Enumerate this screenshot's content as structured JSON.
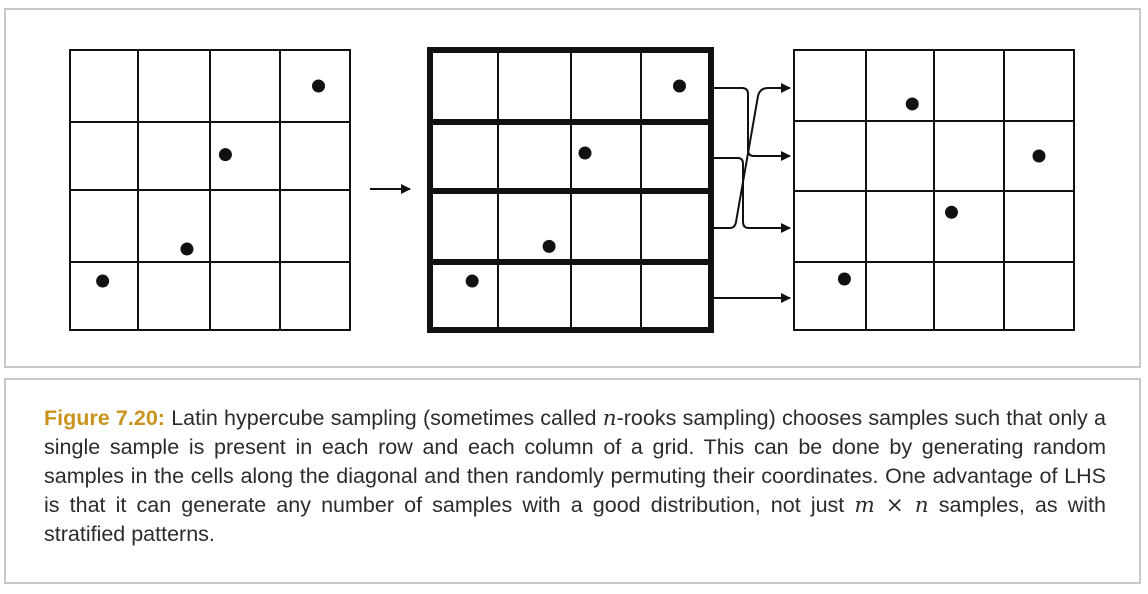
{
  "figure": {
    "grids": [
      {
        "name": "original-grid",
        "samples": [
          [
            3,
            0
          ],
          [
            2,
            1
          ],
          [
            1,
            2
          ],
          [
            0,
            3
          ]
        ]
      },
      {
        "name": "stratified-rows-grid",
        "samples": [
          [
            3,
            0
          ],
          [
            2,
            1
          ],
          [
            1,
            2
          ],
          [
            0,
            3
          ]
        ]
      },
      {
        "name": "permuted-grid",
        "samples": [
          [
            1,
            0
          ],
          [
            3,
            1
          ],
          [
            2,
            2
          ],
          [
            0,
            3
          ]
        ]
      }
    ],
    "row_permutation": [
      {
        "from_row": 0,
        "to_row": 1
      },
      {
        "from_row": 1,
        "to_row": 2
      },
      {
        "from_row": 2,
        "to_row": 0
      },
      {
        "from_row": 3,
        "to_row": 3
      }
    ],
    "colors": {
      "ink": "#111111",
      "panel_border": "#c8c8c8",
      "caption_label": "#c9931e"
    }
  },
  "caption": {
    "label": "Figure 7.20:",
    "part1": " Latin hypercube sampling (sometimes called ",
    "var_n": "n",
    "part2": "-rooks sampling) chooses samples such that only a single sample is present in each row and each column of a grid. This can be done by generating random samples in the cells along the diagonal and then randomly permuting their coordinates. One advantage of LHS is that it can generate any number of samples with a good distribution, not just ",
    "var_m": "m",
    "times": " × ",
    "var_n2": "n",
    "part3": " samples, as with stratified patterns."
  }
}
